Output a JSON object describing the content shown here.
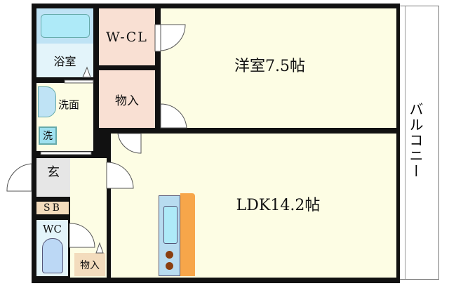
{
  "rooms": {
    "western": "洋室7.5帖",
    "ldk": "LDK14.2帖",
    "wcl": "W-CL",
    "storage_upper": "物入",
    "storage_lower": "物入",
    "bath": "浴室",
    "washroom": "洗面",
    "washer": "洗",
    "entrance": "玄",
    "shoe_box": "SB",
    "toilet": "WC",
    "balcony": "バルコニー"
  },
  "colors": {
    "wall": "#111111",
    "room": "#fdfde4",
    "closet": "#f9e0d3",
    "water": "#bfe3f5",
    "counter": "#f7a64a"
  }
}
